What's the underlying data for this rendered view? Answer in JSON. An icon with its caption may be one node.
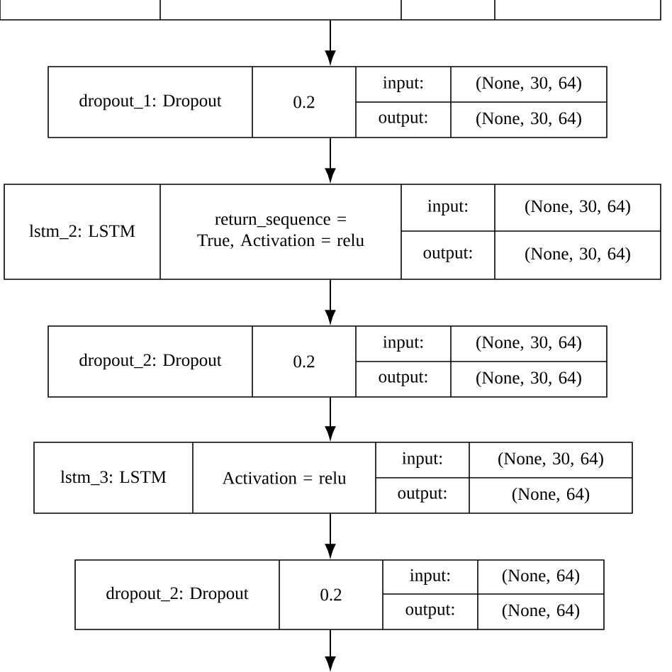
{
  "diagram": {
    "nodes": [
      {
        "text": [],
        "shape": "box"
      },
      {
        "text": [
          "dropout_1: Dropout",
          "0.2",
          "input:",
          "(None, 30, 64)",
          "output:",
          "(None, 30, 64)"
        ]
      },
      {
        "text": [
          "lstm_2: LSTM",
          "return_sequence = True, Activation = relu",
          "input:",
          "(None, 30, 64)",
          "output:",
          "(None, 30, 64)"
        ]
      },
      {
        "text": [
          "dropout_2: Dropout",
          "0.2",
          "input:",
          "(None, 30, 64)",
          "output:",
          "(None, 30, 64)"
        ]
      },
      {
        "text": [
          "lstm_3: LSTM",
          "Activation = relu",
          "input:",
          "(None, 30, 64)",
          "output:",
          "(None, 64)"
        ]
      },
      {
        "text": [
          "dropout_2: Dropout",
          "0.2",
          "input:",
          "(None, 64)",
          "output:",
          "(None, 64)"
        ]
      }
    ],
    "edges": [
      {
        "from": 0,
        "to": 1,
        "arrow": "to"
      },
      {
        "from": 1,
        "to": 2,
        "arrow": "to"
      },
      {
        "from": 2,
        "to": 3,
        "arrow": "to"
      },
      {
        "from": 3,
        "to": 4,
        "arrow": "to"
      },
      {
        "from": 4,
        "to": 5,
        "arrow": "to"
      },
      {
        "from": 5,
        "to": null,
        "arrow": "to"
      }
    ]
  }
}
